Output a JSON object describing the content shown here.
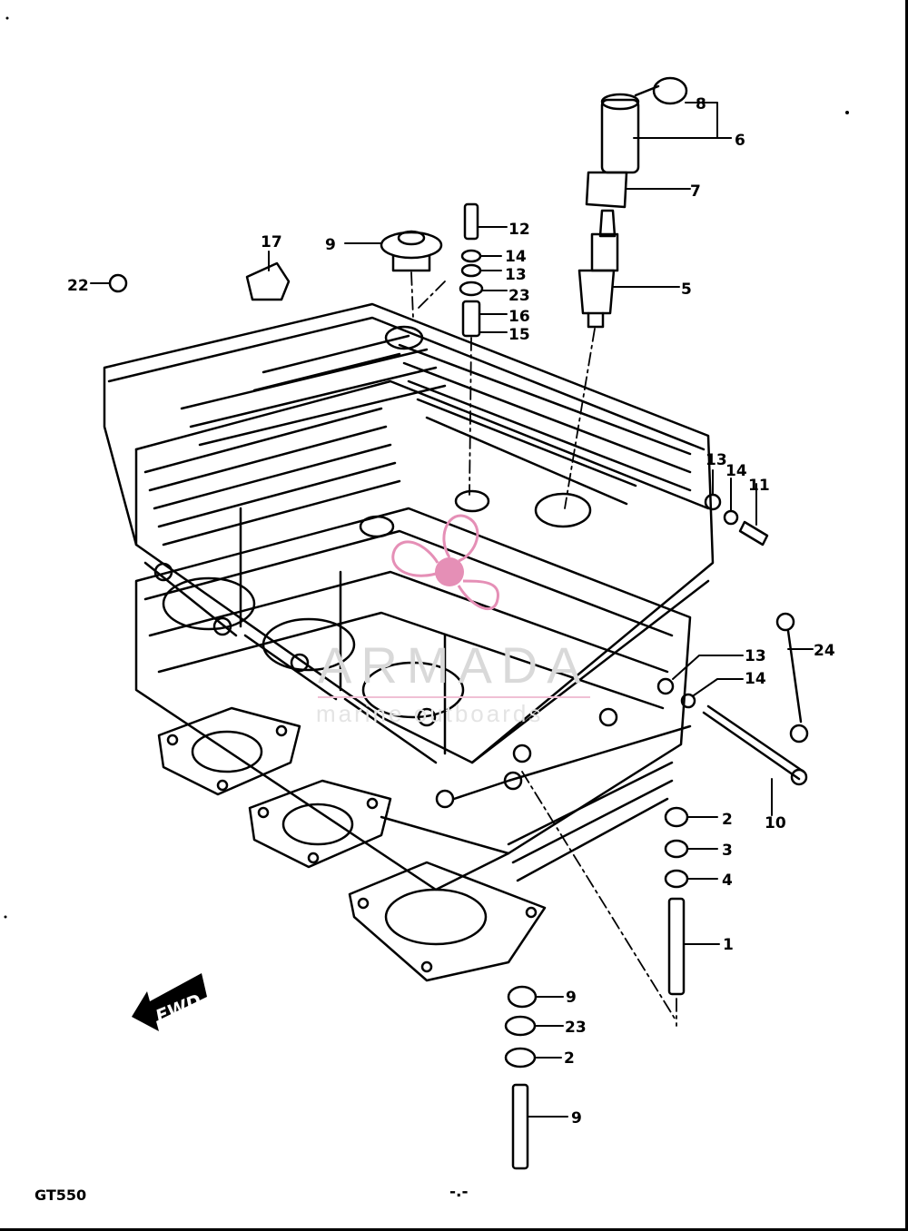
{
  "diagram": {
    "model_label": "GT550",
    "page_mark": "-.-",
    "direction_label": "FWD"
  },
  "callouts": [
    "8",
    "6",
    "7",
    "12",
    "14",
    "13",
    "23",
    "16",
    "15",
    "5",
    "9",
    "17",
    "22",
    "13",
    "14",
    "11",
    "13",
    "14",
    "24",
    "10",
    "2",
    "3",
    "4",
    "1",
    "9",
    "23",
    "2",
    "9"
  ],
  "watermark": {
    "brand": "ARMADA",
    "tagline": "marine outboards",
    "accent_color": "#e58fb6"
  },
  "colors": {
    "ink": "#000000",
    "paper": "#ffffff"
  }
}
